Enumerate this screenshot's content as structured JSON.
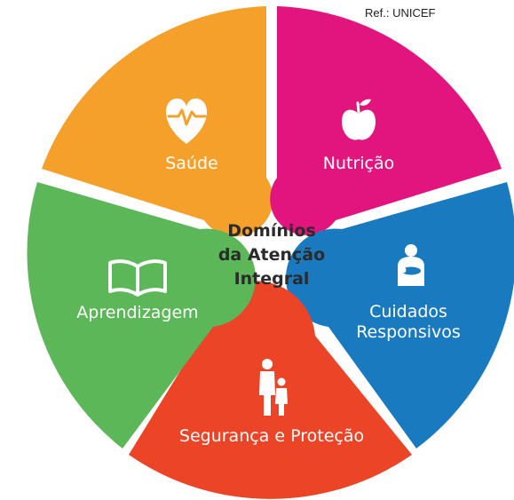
{
  "reference": "Ref.: UNICEF",
  "center": {
    "line1": "Domínios",
    "line2": "da Atenção",
    "line3": "Integral"
  },
  "domains": [
    {
      "label": "Saúde",
      "color": "#F5A02A",
      "icon": "heart-pulse-icon"
    },
    {
      "label": "Nutrição",
      "color": "#E2157F",
      "icon": "apple-icon"
    },
    {
      "label_line1": "Cuidados",
      "label_line2": "Responsivos",
      "color": "#1A7AC0",
      "icon": "caregiver-baby-icon"
    },
    {
      "label": "Segurança e Proteção",
      "color": "#EC4427",
      "icon": "adult-child-icon"
    },
    {
      "label": "Aprendizagem",
      "color": "#5BB758",
      "icon": "open-book-icon"
    }
  ]
}
